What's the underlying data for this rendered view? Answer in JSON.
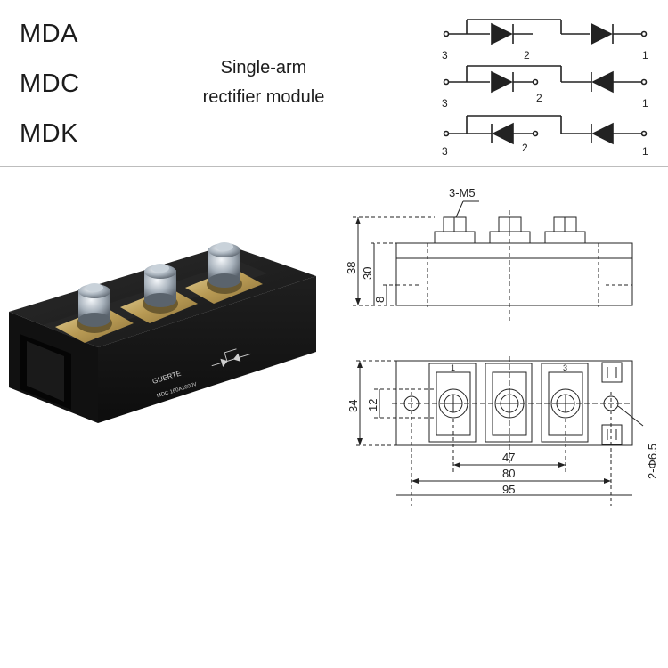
{
  "models": [
    "MDA",
    "MDC",
    "MDK"
  ],
  "description": [
    "Single-arm",
    "rectifier module"
  ],
  "schematic_terminals": {
    "left": "3",
    "middle": "2",
    "right": "1"
  },
  "module_label": {
    "brand": "GUERTE",
    "rating": "MDC 160A1600V"
  },
  "dimensions": {
    "screw": "3-M5",
    "height_total": "38",
    "height_body": "30",
    "height_base": "8",
    "width_body": "34",
    "width_inner": "12",
    "spacing": "47",
    "hole_spacing": "80",
    "length": "95",
    "hole": "2-Φ6.5",
    "pin_1": "1",
    "pin_3": "3"
  }
}
